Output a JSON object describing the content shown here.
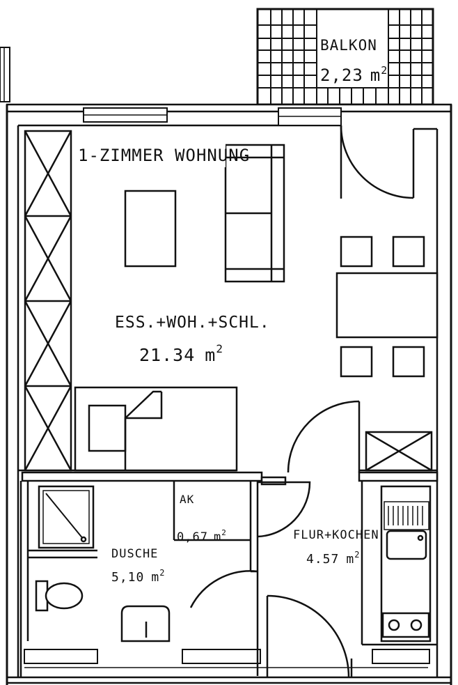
{
  "balcony": {
    "name": "BALKON",
    "area": "2,23",
    "unit": "m",
    "sup": "2"
  },
  "main_room": {
    "unit_type": "1-ZIMMER WOHNUNG",
    "name": "ESS.+WOH.+SCHL.",
    "area": "21.34",
    "unit": "m",
    "sup": "2"
  },
  "storage": {
    "name": "AK",
    "area": "0,67",
    "unit": "m",
    "sup": "2"
  },
  "bathroom": {
    "name": "DUSCHE",
    "area": "5,10",
    "unit": "m",
    "sup": "2"
  },
  "hall_kitchen": {
    "name": "FLUR+KOCHEN",
    "area": "4.57",
    "unit": "m",
    "sup": "2"
  }
}
